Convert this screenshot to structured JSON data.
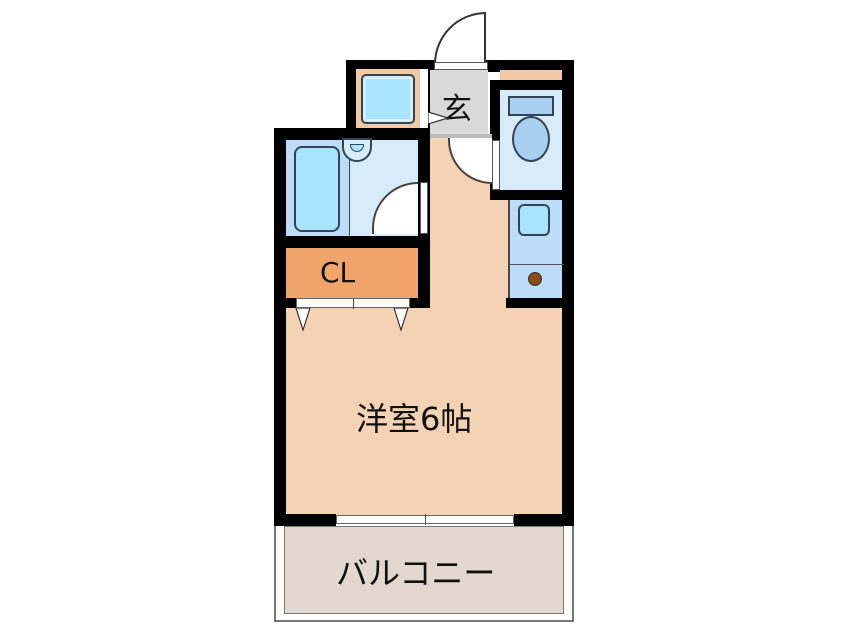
{
  "floorplan": {
    "colors": {
      "wall": "#000000",
      "room_floor": "#f4d2b4",
      "closet": "#f2a56b",
      "wet_area": "#d6ecfb",
      "fixture": "#a8e4fb",
      "entrance": "#d9d9d9",
      "balcony": "#e3d8cf",
      "storage_strip": "#f2c9a4",
      "washer_drain": "#8a4a10"
    },
    "rooms": {
      "entrance": {
        "label": "玄"
      },
      "closet": {
        "label": "CL"
      },
      "western_room": {
        "label": "洋室6帖"
      },
      "balcony": {
        "label": "バルコニー"
      }
    },
    "fixtures": [
      "unit-bath-tub",
      "washbasin",
      "toilet",
      "kitchen-sink",
      "washer-drain",
      "shoebox"
    ]
  }
}
